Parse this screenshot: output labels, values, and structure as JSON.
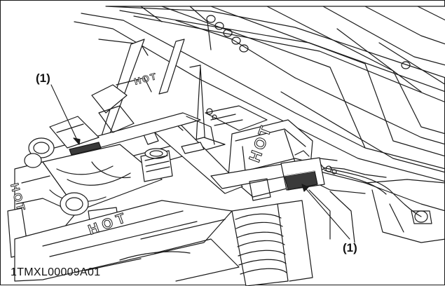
{
  "callouts": {
    "left": "(1)",
    "right": "(1)"
  },
  "figure_code": "1TMXL00009A01",
  "engraved": {
    "cover_right": "HOT",
    "cover_left": "HOT",
    "cover_center": "HOT",
    "manifold_top": "HOT"
  },
  "colors": {
    "line": "#1a1a1a",
    "decal_fill": "#3a3a3a",
    "background": "#ffffff"
  }
}
